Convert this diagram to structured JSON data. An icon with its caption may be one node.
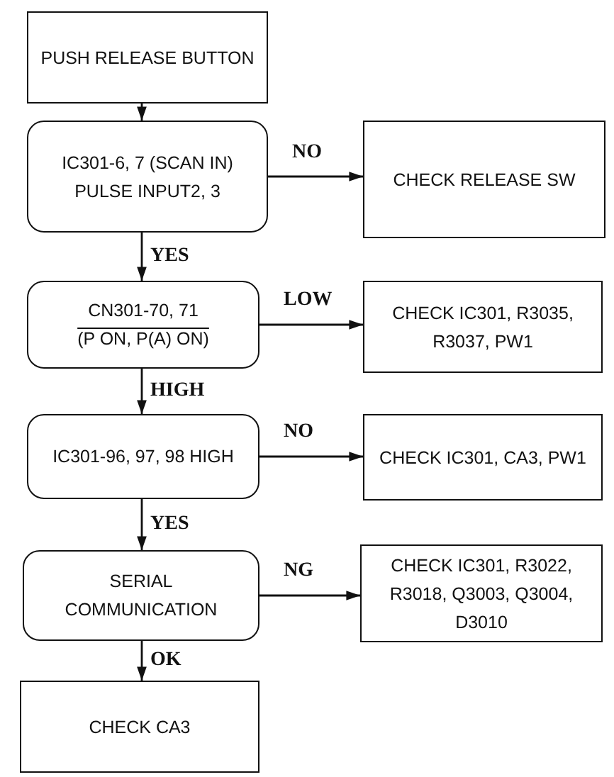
{
  "diagram": {
    "nodes": [
      {
        "text": [
          "PUSH RELEASE BUTTON"
        ]
      },
      {
        "text": [
          "IC301-6, 7 (SCAN IN) PULSE INPUT2, 3"
        ]
      },
      {
        "text": [
          "CHECK RELEASE SW"
        ]
      },
      {
        "text": [
          "CN301-70, 71",
          "(P ON, P(A) ON)"
        ]
      },
      {
        "text": [
          "CHECK IC301, R3035, R3037, PW1"
        ]
      },
      {
        "text": [
          "IC301-96, 97, 98 HIGH"
        ]
      },
      {
        "text": [
          "CHECK IC301, CA3, PW1"
        ]
      },
      {
        "text": [
          "SERIAL COMMUNICATION"
        ]
      },
      {
        "text": [
          "CHECK IC301, R3022, R3018, Q3003, Q3004, D3010"
        ]
      },
      {
        "text": [
          "CHECK CA3"
        ]
      }
    ],
    "edges": [
      {
        "from": 0,
        "to": 1,
        "arrow": "to"
      },
      {
        "from": 1,
        "to": 2,
        "arrow": "to",
        "label": "NO"
      },
      {
        "from": 1,
        "to": 3,
        "arrow": "to",
        "label": "YES"
      },
      {
        "from": 3,
        "to": 4,
        "arrow": "to",
        "label": "LOW"
      },
      {
        "from": 3,
        "to": 5,
        "arrow": "to",
        "label": "HIGH"
      },
      {
        "from": 5,
        "to": 6,
        "arrow": "to",
        "label": "NO"
      },
      {
        "from": 5,
        "to": 7,
        "arrow": "to",
        "label": "YES"
      },
      {
        "from": 7,
        "to": 8,
        "arrow": "to",
        "label": "NG"
      },
      {
        "from": 7,
        "to": 9,
        "arrow": "to",
        "label": "OK"
      }
    ]
  }
}
